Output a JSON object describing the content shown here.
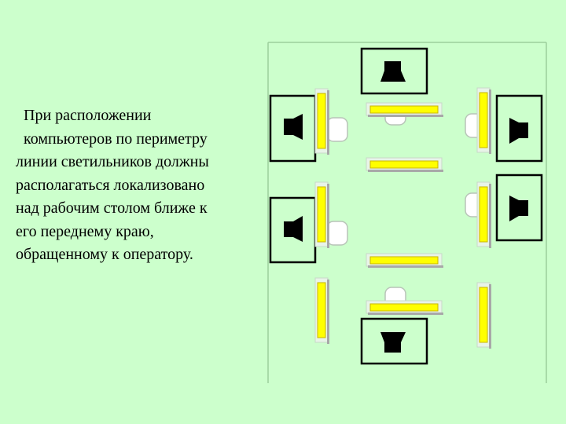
{
  "slide": {
    "text_lines": [
      "  При расположении",
      "  компьютеров по периметру",
      "линии светильников должны",
      "располагаться локализовано",
      "над рабочим столом ближе к",
      "его переднему краю,",
      "обращенному к оператору."
    ]
  },
  "diagram": {
    "colors": {
      "background": "#ccffcc",
      "room_outline": "#9ccf9c",
      "desk": "#000000",
      "monitor": "#000000",
      "lamp_fill": "#ffff00",
      "lamp_frame": "#e8f4e8",
      "lamp_shadow": "#a8a8a8",
      "chair_fill": "#ffffff",
      "chair_stroke": "#b8c4b8"
    },
    "icons": [
      "monitor-icon",
      "chair-icon",
      "lamp-icon"
    ]
  }
}
